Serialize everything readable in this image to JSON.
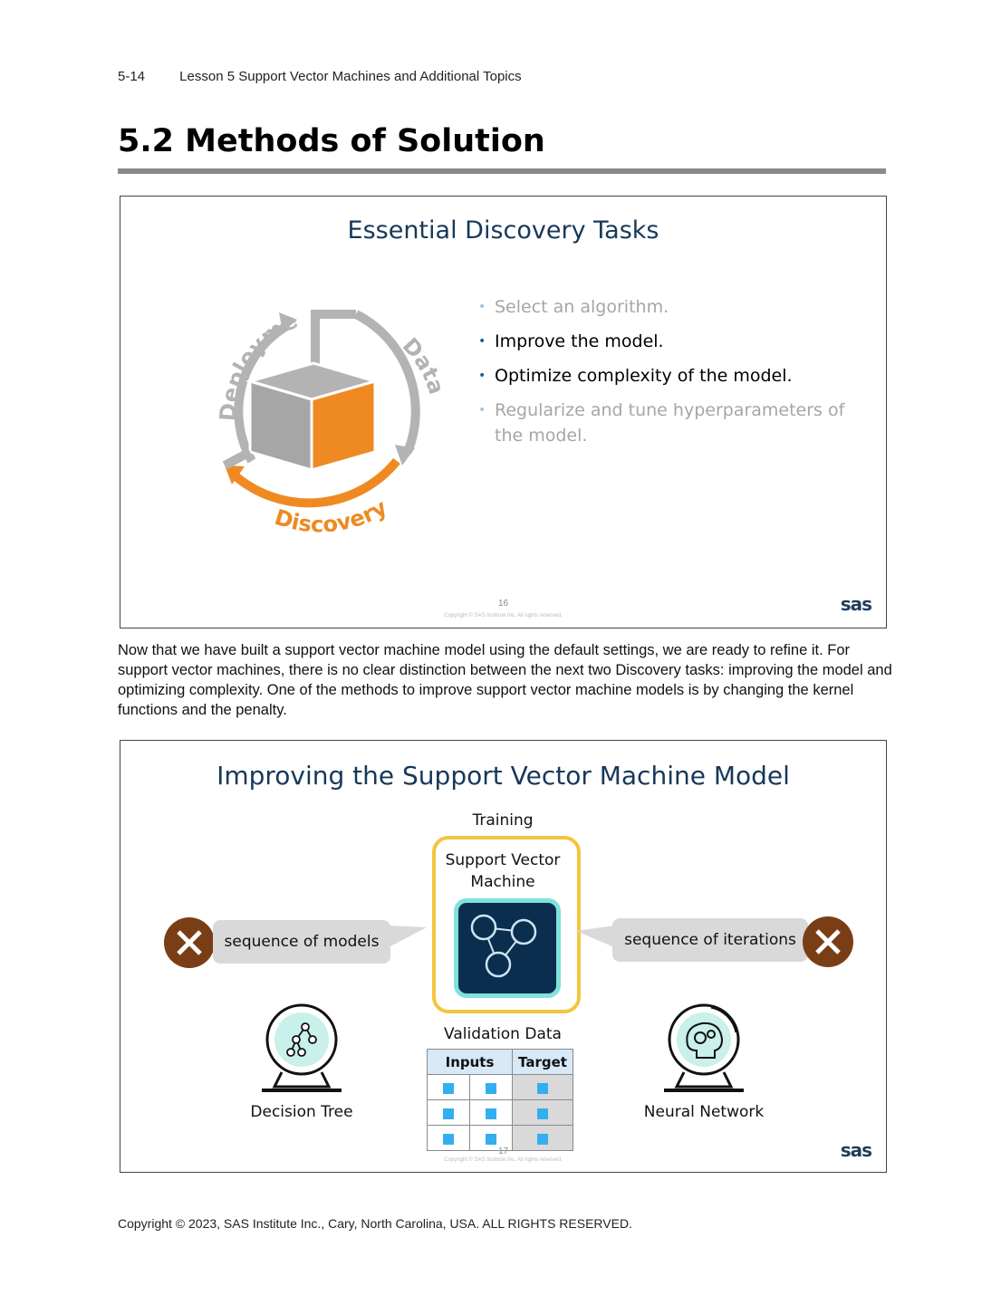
{
  "running_head": {
    "page": "5-14",
    "lesson": "Lesson 5  Support Vector Machines and Additional Topics"
  },
  "section_title": "5.2 Methods of Solution",
  "slide1": {
    "title": "Essential Discovery Tasks",
    "cycle_labels": {
      "deployment": "Deployment",
      "data": "Data",
      "discovery": "Discovery"
    },
    "bullets": [
      {
        "text": "Select an algorithm.",
        "state": "dim"
      },
      {
        "text": "Improve the model.",
        "state": "active"
      },
      {
        "text": "Optimize complexity of the model.",
        "state": "active"
      },
      {
        "text": "Regularize and tune hyperparameters of the model.",
        "state": "dim"
      }
    ],
    "slide_number": "16",
    "copyright": "Copyright © SAS Institute Inc. All rights reserved.",
    "logo": "sas",
    "colors": {
      "orange": "#ef8a22",
      "gray": "#b3b3b3",
      "title": "#17385a"
    }
  },
  "body_text": "Now that we have built a support vector machine model using the default settings, we are ready to refine it. For support vector machines, there is no clear distinction between the next two Discovery tasks: improving the model and optimizing complexity. One of the methods to improve support vector machine models is by changing the kernel functions and the penalty.",
  "slide2": {
    "title": "Improving the Support Vector Machine Model",
    "training_label": "Training",
    "svm_label": "Support Vector Machine",
    "left_callout": "sequence of models",
    "right_callout": "sequence of iterations",
    "decision_tree_label": "Decision Tree",
    "neural_network_label": "Neural Network",
    "validation_label": "Validation Data",
    "table_headers": {
      "inputs": "Inputs",
      "target": "Target"
    },
    "table_rows": 3,
    "slide_number": "17",
    "copyright": "Copyright © SAS Institute Inc. All rights reserved.",
    "logo": "sas",
    "icons": [
      "close-icon",
      "svm-network-icon",
      "decision-tree-icon",
      "neural-network-icon"
    ]
  },
  "footer": "Copyright © 2023, SAS Institute Inc., Cary, North Carolina, USA. ALL RIGHTS RESERVED."
}
